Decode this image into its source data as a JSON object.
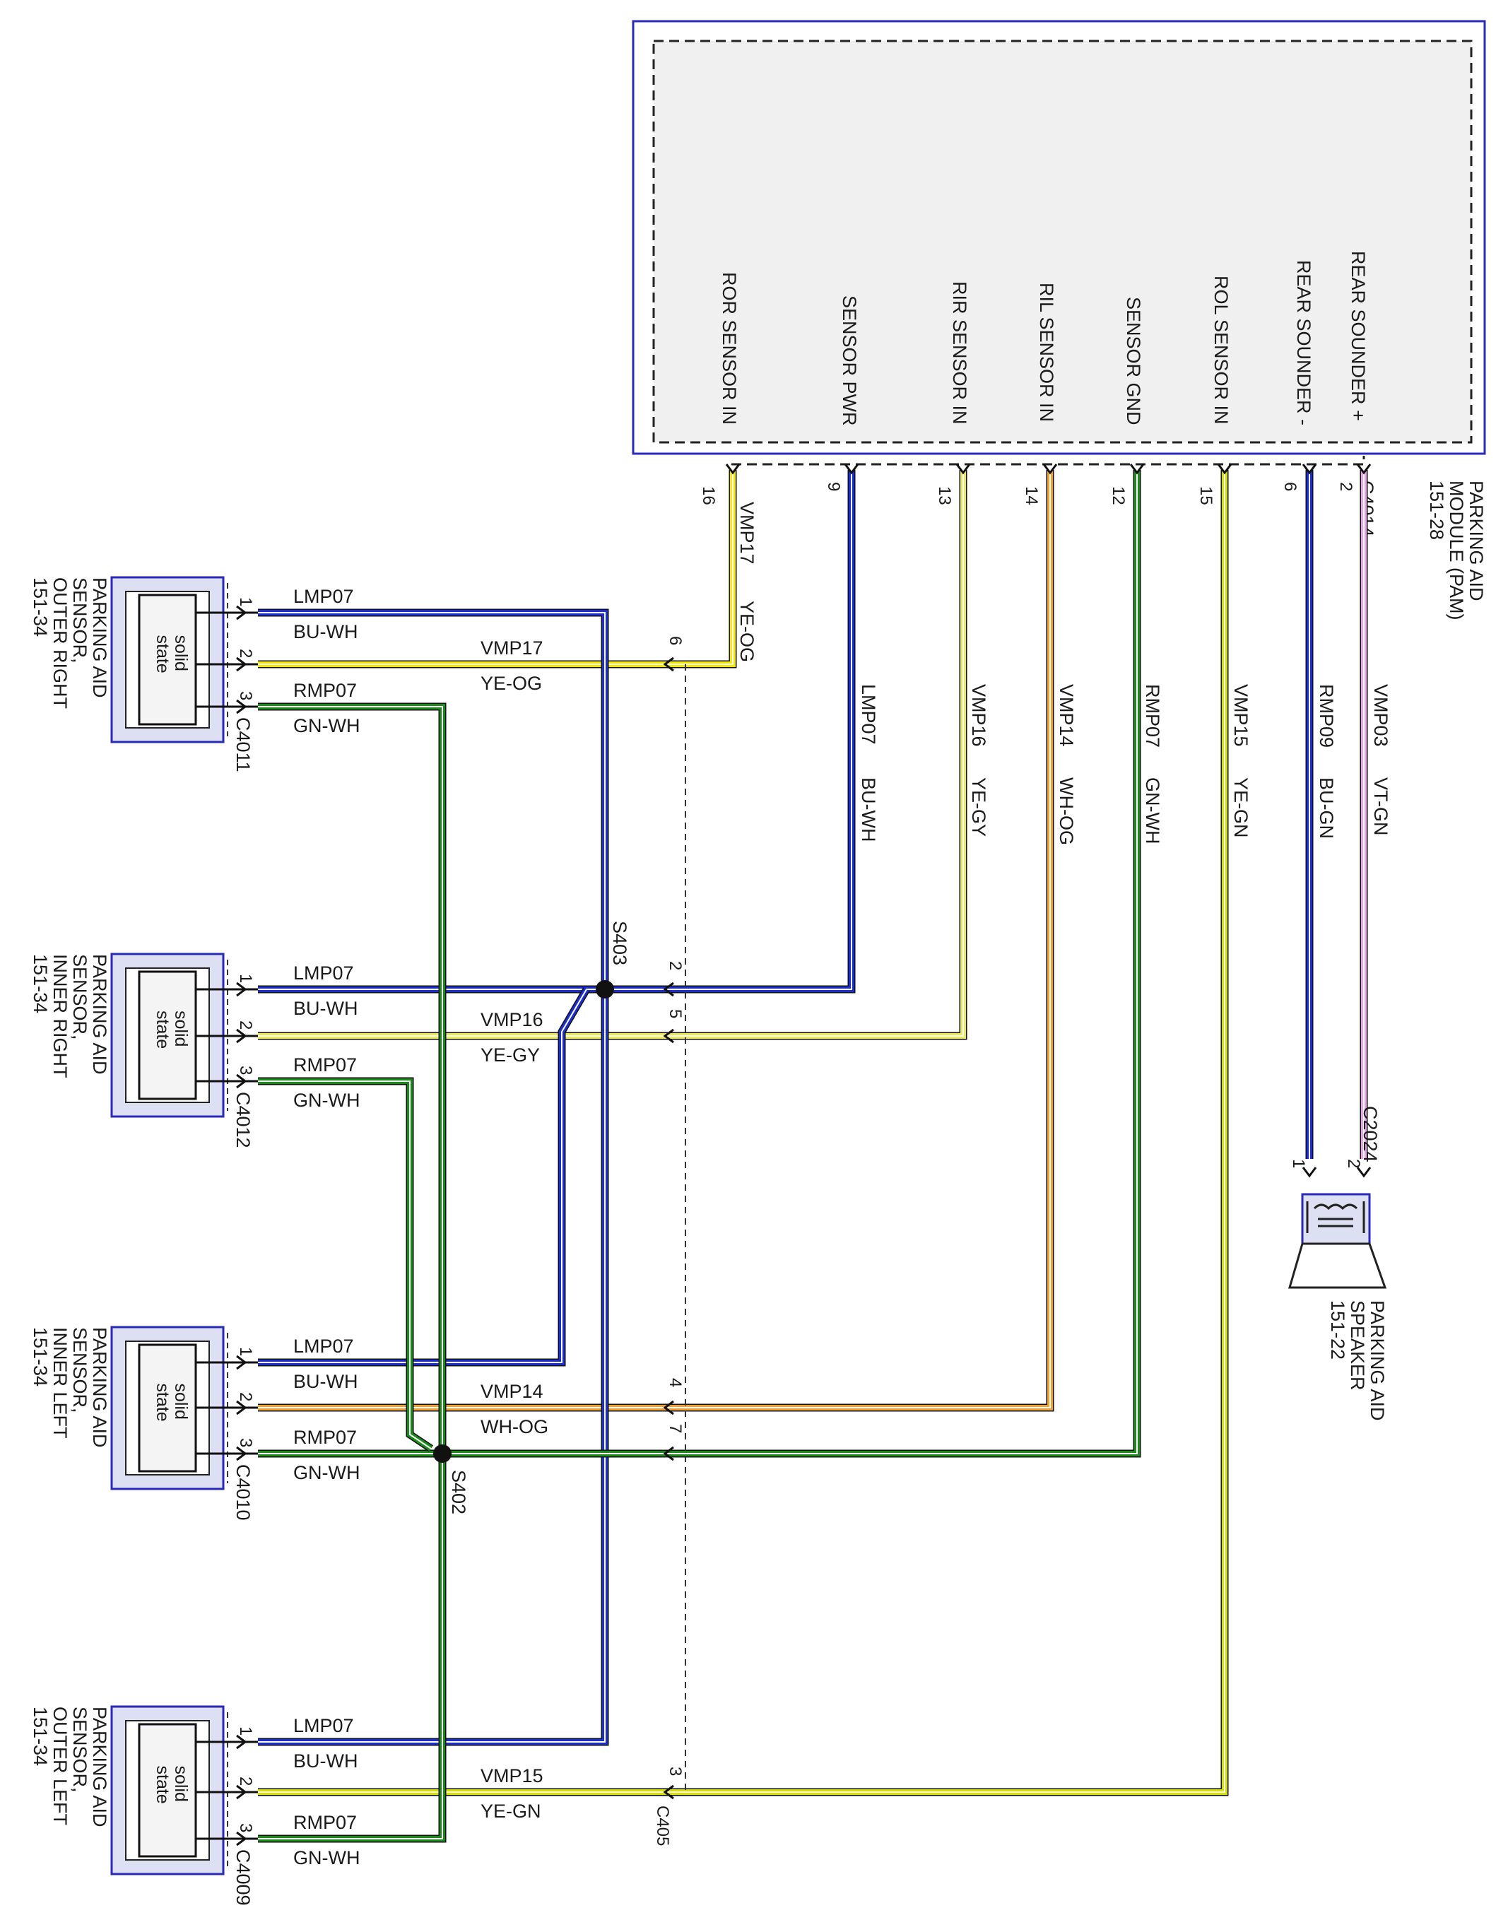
{
  "module": {
    "label_lines": [
      "PARKING AID",
      "MODULE (PAM)",
      "151-28"
    ],
    "connector": "C4014",
    "pins": [
      {
        "name": "ROR SENSOR IN",
        "num": "16"
      },
      {
        "name": "SENSOR PWR",
        "num": "9"
      },
      {
        "name": "RIR SENSOR IN",
        "num": "13"
      },
      {
        "name": "RIL SENSOR IN",
        "num": "14"
      },
      {
        "name": "SENSOR GND",
        "num": "12"
      },
      {
        "name": "ROL SENSOR IN",
        "num": "15"
      },
      {
        "name": "REAR SOUNDER -",
        "num": "6"
      },
      {
        "name": "REAR SOUNDER +",
        "num": "2"
      }
    ]
  },
  "wire_colors": {
    "YE-OG": "#f4e900",
    "BU-WH": "#1b2fd1",
    "YE-GY": "#e8e858",
    "WH-OG": "#f0a030",
    "GN-WH": "#1a8a1a",
    "YE-GN": "#d8e000",
    "BU-GN": "#1b2fd1",
    "VT-GN": "#e3a6e3"
  },
  "module_wires": [
    {
      "circuit": "VMP17",
      "color": "YE-OG"
    },
    {
      "circuit": "LMP07",
      "color": "BU-WH"
    },
    {
      "circuit": "VMP16",
      "color": "YE-GY"
    },
    {
      "circuit": "VMP14",
      "color": "WH-OG"
    },
    {
      "circuit": "RMP07",
      "color": "GN-WH"
    },
    {
      "circuit": "VMP15",
      "color": "YE-GN"
    },
    {
      "circuit": "RMP09",
      "color": "BU-GN"
    },
    {
      "circuit": "VMP03",
      "color": "VT-GN"
    }
  ],
  "inline_connector": {
    "name": "C405",
    "pins": [
      "6",
      "2",
      "5",
      "4",
      "7",
      "3"
    ]
  },
  "splices": [
    "S403",
    "S402"
  ],
  "sensors": [
    {
      "label_lines": [
        "PARKING AID",
        "SENSOR,",
        "OUTER RIGHT",
        "151-34"
      ],
      "connector": "C4011",
      "body": "solid state",
      "wires": [
        {
          "pin": "1",
          "circuit": "LMP07",
          "color": "BU-WH"
        },
        {
          "pin": "2",
          "circuit": "VMP17",
          "color": "YE-OG"
        },
        {
          "pin": "3",
          "circuit": "RMP07",
          "color": "GN-WH"
        }
      ]
    },
    {
      "label_lines": [
        "PARKING AID",
        "SENSOR,",
        "INNER RIGHT",
        "151-34"
      ],
      "connector": "C4012",
      "body": "solid state",
      "wires": [
        {
          "pin": "1",
          "circuit": "LMP07",
          "color": "BU-WH"
        },
        {
          "pin": "2",
          "circuit": "VMP16",
          "color": "YE-GY"
        },
        {
          "pin": "3",
          "circuit": "RMP07",
          "color": "GN-WH"
        }
      ]
    },
    {
      "label_lines": [
        "PARKING AID",
        "SENSOR,",
        "INNER LEFT",
        "151-34"
      ],
      "connector": "C4010",
      "body": "solid state",
      "wires": [
        {
          "pin": "1",
          "circuit": "LMP07",
          "color": "BU-WH"
        },
        {
          "pin": "2",
          "circuit": "VMP14",
          "color": "WH-OG"
        },
        {
          "pin": "3",
          "circuit": "RMP07",
          "color": "GN-WH"
        }
      ]
    },
    {
      "label_lines": [
        "PARKING AID",
        "SENSOR,",
        "OUTER LEFT",
        "151-34"
      ],
      "connector": "C4009",
      "body": "solid state",
      "wires": [
        {
          "pin": "1",
          "circuit": "LMP07",
          "color": "BU-WH"
        },
        {
          "pin": "2",
          "circuit": "VMP15",
          "color": "YE-GN"
        },
        {
          "pin": "3",
          "circuit": "RMP07",
          "color": "GN-WH"
        }
      ]
    }
  ],
  "speaker": {
    "label_lines": [
      "PARKING AID",
      "SPEAKER",
      "151-22"
    ],
    "connector": "C2024",
    "pins": [
      "1",
      "2"
    ]
  }
}
